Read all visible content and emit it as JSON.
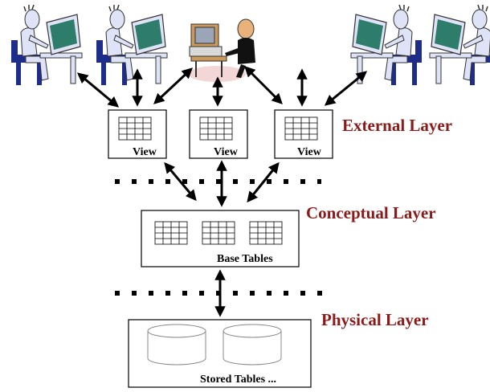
{
  "layers": {
    "external": "External Layer",
    "conceptual": "Conceptual Layer",
    "physical": "Physical Layer"
  },
  "views": [
    {
      "label": "View"
    },
    {
      "label": "View"
    },
    {
      "label": "View"
    }
  ],
  "base_tables": {
    "label": "Base Tables",
    "table_count": 3
  },
  "stored_tables": {
    "label": "Stored Tables ...",
    "cylinder_count": 2
  },
  "users": [
    {
      "icon": "user-at-computer-icon"
    },
    {
      "icon": "user-at-computer-icon"
    },
    {
      "icon": "programmer-at-workstation-icon"
    },
    {
      "icon": "user-at-computer-icon"
    },
    {
      "icon": "user-at-computer-icon"
    }
  ],
  "colors": {
    "layer_label": "#8b1a1a",
    "screen": "#2e7d6b",
    "chair": "#1f2d8a",
    "person": "#dfe3f7"
  }
}
